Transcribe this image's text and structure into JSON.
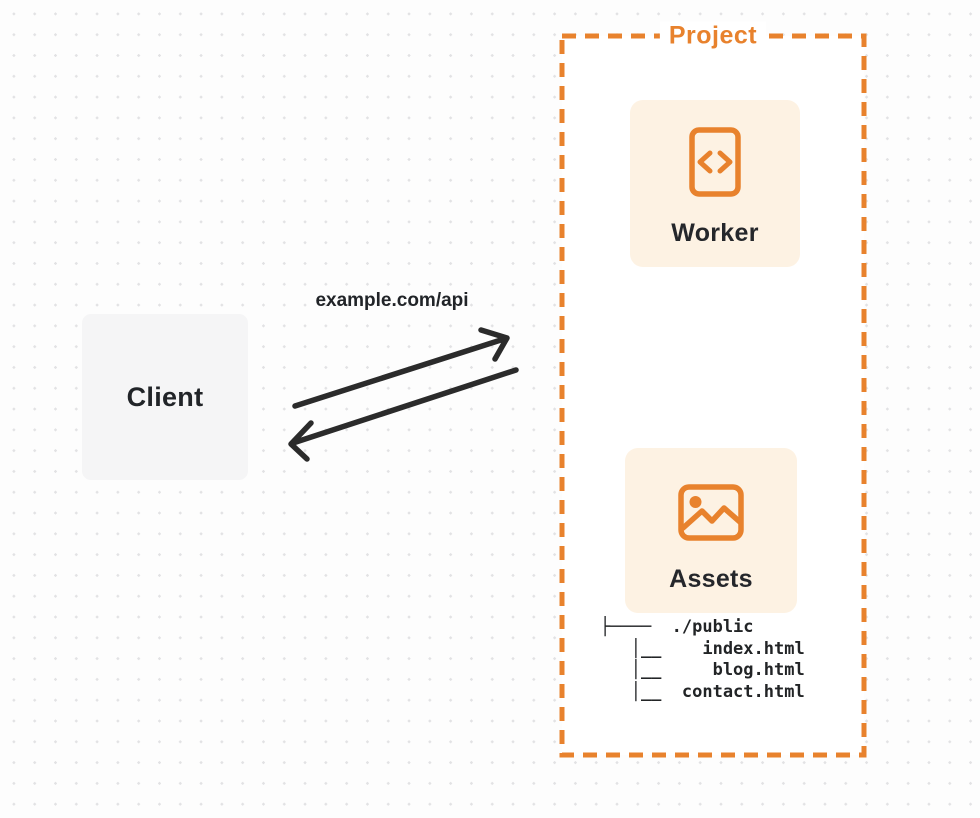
{
  "project": {
    "label": "Project",
    "worker": {
      "label": "Worker",
      "icon": "code-file-icon"
    },
    "assets": {
      "label": "Assets",
      "icon": "image-icon"
    },
    "file_tree": {
      "lines": [
        "├────  ./public",
        "   │__    index.html",
        "   │__     blog.html",
        "   │__  contact.html"
      ]
    }
  },
  "client": {
    "label": "Client"
  },
  "request": {
    "url_label": "example.com/api"
  },
  "colors": {
    "accent_orange": "#E8822D",
    "node_fill": "#FDF2E3",
    "client_fill": "#F5F5F6",
    "arrow_ink": "#2B2B2B",
    "text_ink": "#212428",
    "dot_grid": "#E2E2E4"
  }
}
